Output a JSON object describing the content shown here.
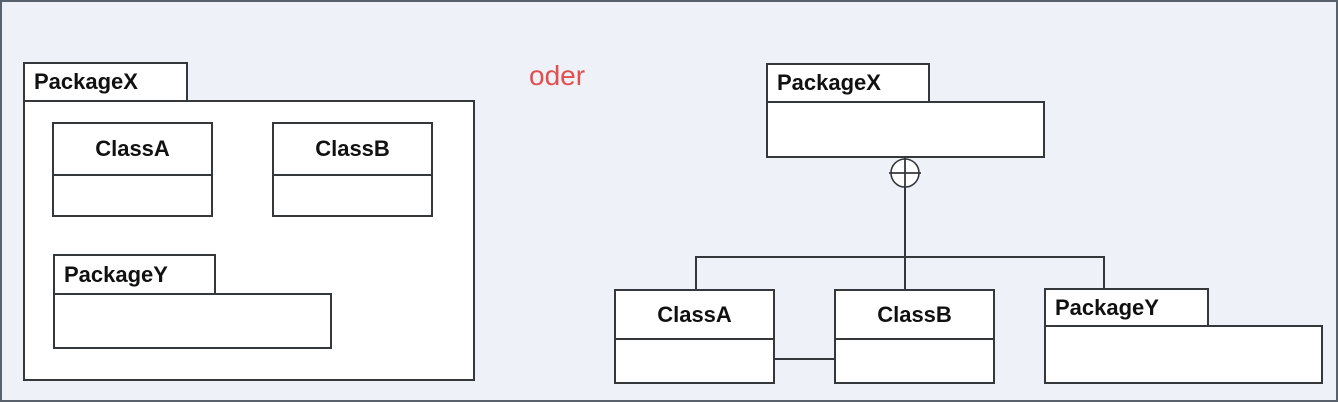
{
  "colors": {
    "background": "#eef1f8",
    "frame": "#59616c",
    "stroke": "#35383b",
    "or_text": "#e0504f"
  },
  "or_label": "oder",
  "left_diagram": {
    "package_x": "PackageX",
    "class_a": "ClassA",
    "class_b": "ClassB",
    "package_y": "PackageY"
  },
  "right_diagram": {
    "package_x": "PackageX",
    "class_a": "ClassA",
    "class_b": "ClassB",
    "package_y": "PackageY"
  }
}
